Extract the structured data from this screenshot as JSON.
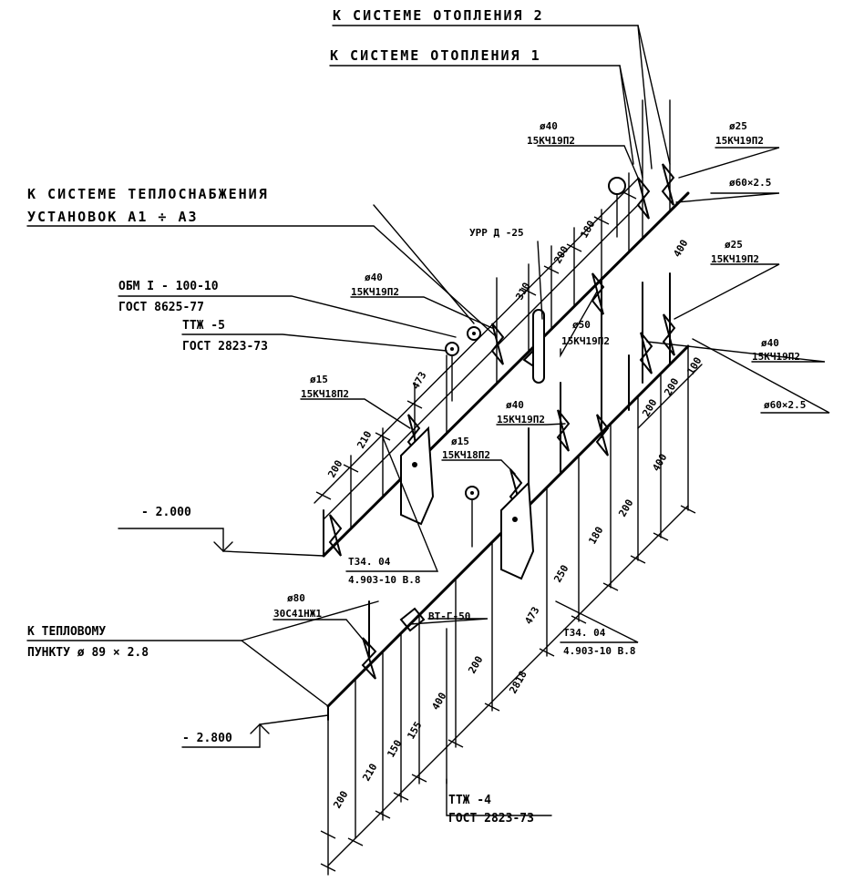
{
  "labels": {
    "heating2": "К СИСТЕМЕ ОТОПЛЕНИЯ 2",
    "heating1": "К СИСТЕМЕ ОТОПЛЕНИЯ 1",
    "supply_line1": "К СИСТЕМЕ ТЕПЛОСНАБЖЕНИЯ",
    "supply_line2": "УСТАНОВОК А1 ÷ А3",
    "fitting_top": "ОБМ I - 100-10",
    "fitting_bot": "ГОСТ 8625-77",
    "ttzh5_top": "ТТЖ -5",
    "ttzh5_bot": "ГОСТ 2823-73",
    "urrd": "УРР Д -25",
    "elev1": "- 2.000",
    "elev2": "- 2.800",
    "pipe_top": "К ТЕПЛОВОМУ",
    "pipe_bot": "ПУНКТУ   ø 89 × 2.8",
    "t34a_top": "Т34. 04",
    "t34a_bot": "4.903-10 В.8",
    "t34b_top": "Т34. 04",
    "t34b_bot": "4.903-10 В.8",
    "bt": "ВТ-Г-50",
    "ttzh4_top": "ТТЖ -4",
    "ttzh4_bot": "ГОСТ 2823-73"
  },
  "valves": [
    {
      "d": "ø40",
      "spec": "15КЧ19П2"
    },
    {
      "d": "ø25",
      "spec": "15КЧ19П2"
    },
    {
      "d": "ø60×2.5",
      "spec": ""
    },
    {
      "d": "ø40",
      "spec": "15КЧ19П2"
    },
    {
      "d": "ø25",
      "spec": "15КЧ19П2"
    },
    {
      "d": "ø50",
      "spec": "15КЧ19П2"
    },
    {
      "d": "ø40",
      "spec": "15КЧ19П2"
    },
    {
      "d": "ø60×2.5",
      "spec": ""
    },
    {
      "d": "ø15",
      "spec": "15КЧ18П2"
    },
    {
      "d": "ø40",
      "spec": "15КЧ19П2"
    },
    {
      "d": "ø15",
      "spec": "15КЧ18П2"
    },
    {
      "d": "ø80",
      "spec": "30С41НЖ1"
    }
  ],
  "dimensions": [
    "310",
    "200",
    "180",
    "400",
    "473",
    "200",
    "210",
    "200",
    "200",
    "100",
    "400",
    "200",
    "180",
    "250",
    "473",
    "2818",
    "200",
    "400",
    "200",
    "210",
    "150",
    "155"
  ]
}
